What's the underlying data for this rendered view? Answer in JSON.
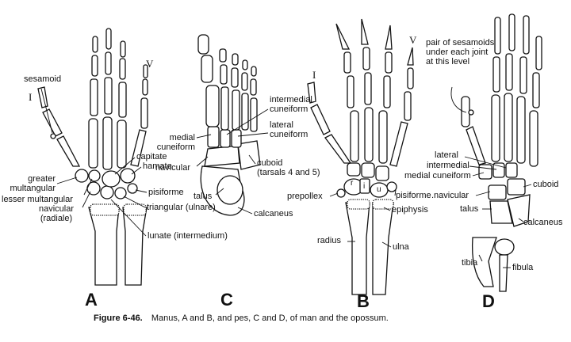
{
  "panels": {
    "a": "A",
    "b": "B",
    "c": "C",
    "d": "D"
  },
  "digit_marks": {
    "a_one": "I",
    "a_five": "V",
    "b_one": "I",
    "b_five": "V"
  },
  "labels": {
    "a": {
      "sesamoid": "sesamoid",
      "capitate": "capitate",
      "greater_multangular": "greater\nmultangular",
      "hamate": "hamate",
      "lesser_multangular": "lesser multangular",
      "pisiforme": "pisiforme",
      "navicular": "navicular\n(radiale)",
      "triangular": "triangular (ulnare)",
      "lunate": "lunate (intermedium)"
    },
    "c": {
      "intermedial_cuneiform": "intermedial\ncuneiform",
      "lateral_cuneiform": "lateral\ncuneiform",
      "medial_cuneiform": "medial\ncuneiform",
      "navicular": "navicular",
      "cuboid": "cuboid\n(tarsals 4 and 5)",
      "talus": "talus",
      "calcaneus": "calcaneus"
    },
    "b": {
      "prepollex": "prepollex",
      "pisiforme": "pisiforme",
      "epiphysis": "epiphysis",
      "radius": "radius",
      "ulna": "ulna",
      "r": "r",
      "i": "i",
      "u": "u"
    },
    "d": {
      "sesamoids": "pair of sesamoids\nunder each joint\nat this level",
      "lateral": "lateral",
      "intermedial": "intermedial",
      "medial_cuneiform": "medial cuneiform",
      "cuboid": "cuboid",
      "navicular": ".navicular",
      "talus": "talus",
      "calcaneus": "calcaneus",
      "tibia": "tibia",
      "fibula": "fibula"
    }
  },
  "caption": {
    "figure": "Figure 6-46.",
    "text": "Manus, A and B, and pes, C and D, of man and the opossum."
  }
}
